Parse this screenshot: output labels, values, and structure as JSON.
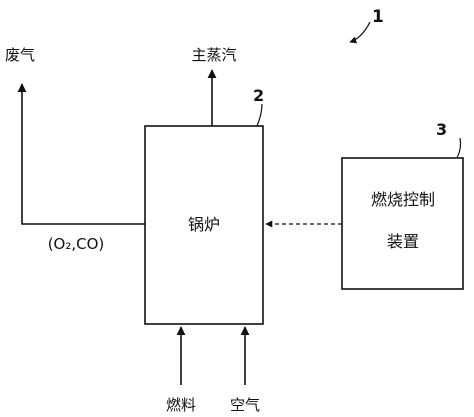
{
  "diagram": {
    "reference_numbers": {
      "system": "1",
      "boiler": "2",
      "controller": "3"
    },
    "boiler": {
      "label": "锅炉"
    },
    "controller": {
      "line1": "燃烧控制",
      "line2": "装置"
    },
    "outputs": {
      "exhaust": "废气",
      "main_steam": "主蒸汽",
      "exhaust_components": "(O₂,CO)"
    },
    "inputs": {
      "fuel": "燃料",
      "air": "空气"
    }
  }
}
